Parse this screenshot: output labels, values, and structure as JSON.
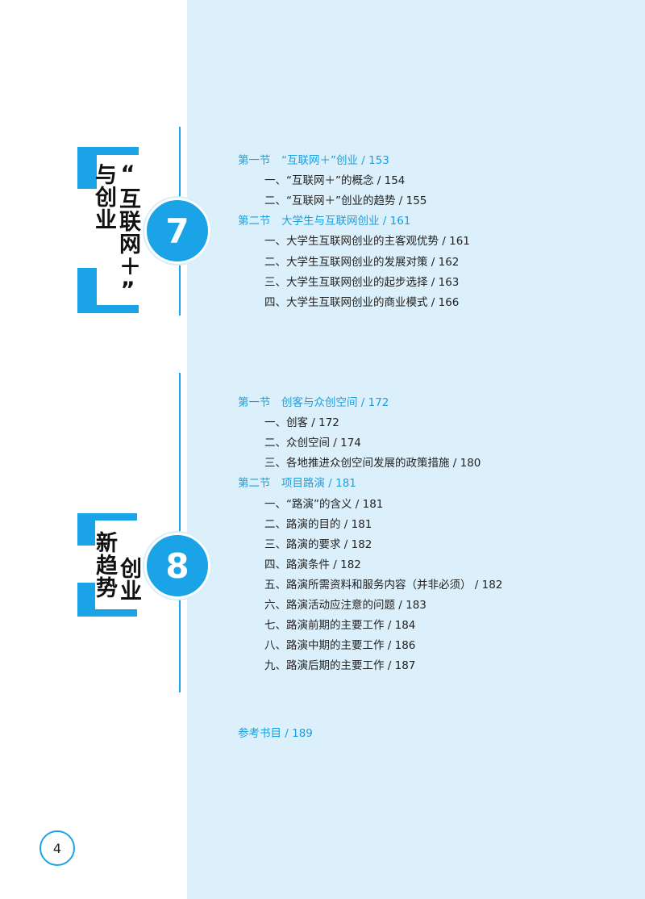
{
  "chapters": [
    {
      "number": "7",
      "title_col_right": "“互联网＋”",
      "title_col_left": "与创业",
      "entries": [
        {
          "kind": "sec",
          "text": "第一节　“互联网＋”创业 / 153"
        },
        {
          "kind": "sub",
          "text": "一、“互联网＋”的概念 / 154"
        },
        {
          "kind": "sub",
          "text": "二、“互联网＋”创业的趋势 / 155"
        },
        {
          "kind": "sec",
          "text": "第二节　大学生与互联网创业 / 161"
        },
        {
          "kind": "sub",
          "text": "一、大学生互联网创业的主客观优势 / 161"
        },
        {
          "kind": "sub",
          "text": "二、大学生互联网创业的发展对策 / 162"
        },
        {
          "kind": "sub",
          "text": "三、大学生互联网创业的起步选择 / 163"
        },
        {
          "kind": "sub",
          "text": "四、大学生互联网创业的商业模式 / 166"
        }
      ]
    },
    {
      "number": "8",
      "title_col_right": "创业",
      "title_col_left": "新趋势",
      "entries": [
        {
          "kind": "sec",
          "text": "第一节　创客与众创空间 / 172"
        },
        {
          "kind": "sub",
          "text": "一、创客 / 172"
        },
        {
          "kind": "sub",
          "text": "二、众创空间 / 174"
        },
        {
          "kind": "sub",
          "text": "三、各地推进众创空间发展的政策措施 / 180"
        },
        {
          "kind": "sec",
          "text": "第二节　项目路演 / 181"
        },
        {
          "kind": "sub",
          "text": "一、“路演”的含义 / 181"
        },
        {
          "kind": "sub",
          "text": "二、路演的目的 / 181"
        },
        {
          "kind": "sub",
          "text": "三、路演的要求 / 182"
        },
        {
          "kind": "sub",
          "text": "四、路演条件 / 182"
        },
        {
          "kind": "sub",
          "text": "五、路演所需资料和服务内容（并非必须） / 182"
        },
        {
          "kind": "sub",
          "text": "六、路演活动应注意的问题 / 183"
        },
        {
          "kind": "sub",
          "text": "七、路演前期的主要工作 / 184"
        },
        {
          "kind": "sub",
          "text": "八、路演中期的主要工作 / 186"
        },
        {
          "kind": "sub",
          "text": "九、路演后期的主要工作 / 187"
        }
      ]
    }
  ],
  "references": "参考书目 / 189",
  "page_number": "4",
  "colors": {
    "accent": "#1aa3e6",
    "panel": "#dcf0fb",
    "text": "#222222"
  }
}
